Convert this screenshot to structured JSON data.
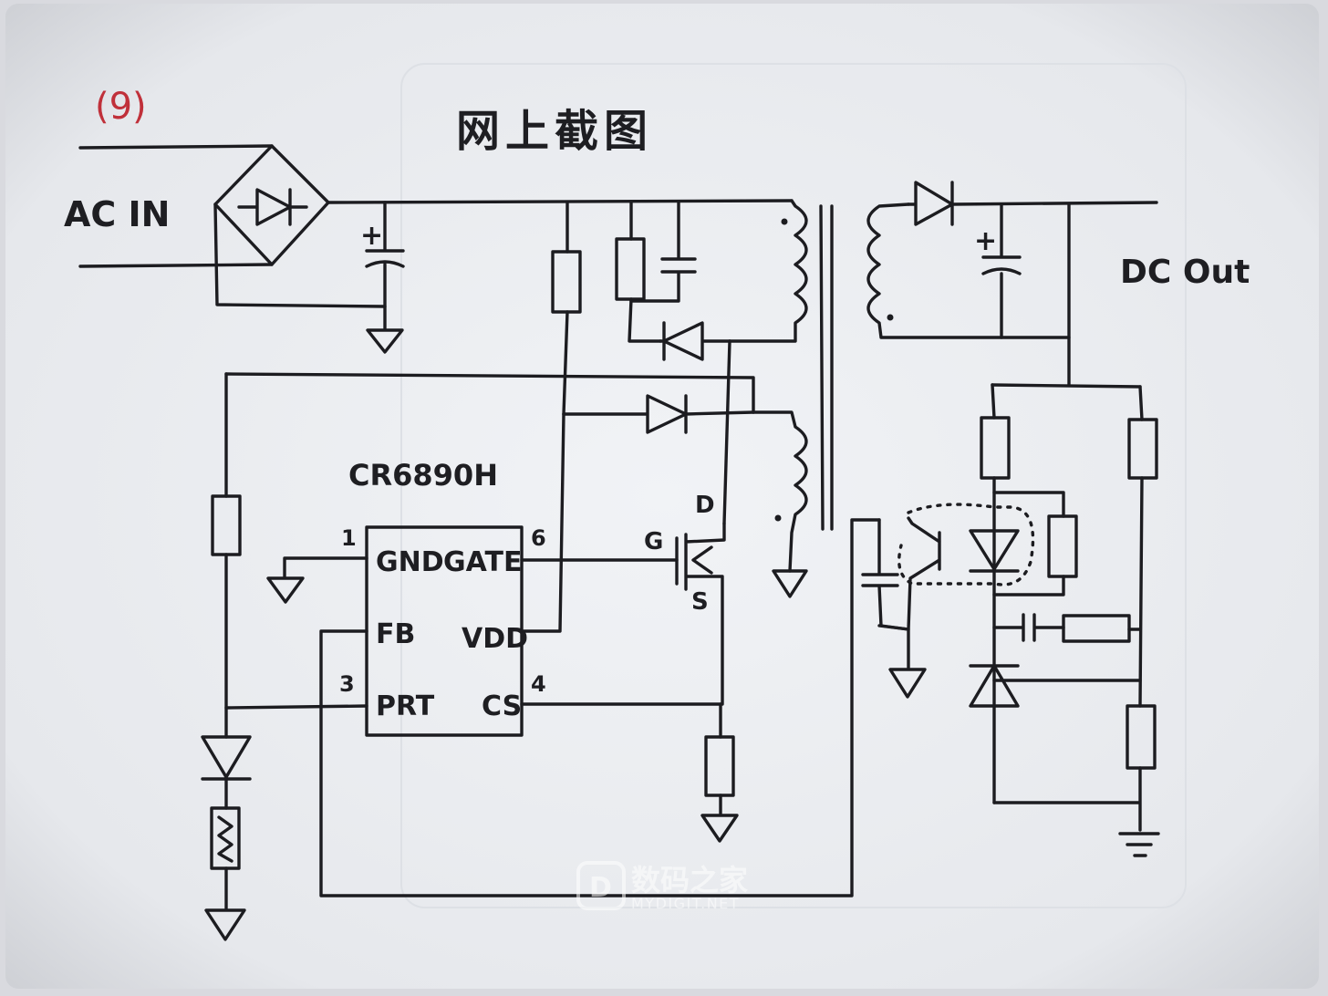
{
  "page_number": "(9)",
  "caption": "网上截图",
  "ac_label": "AC IN",
  "dc_label": "DC Out",
  "ic": {
    "name": "CR6890H",
    "pins": {
      "gnd": "GND",
      "gate": "GATE",
      "fb": "FB",
      "vdd": "VDD",
      "prt": "PRT",
      "cs": "CS"
    },
    "pin_numbers": {
      "gnd": "1",
      "gate": "6",
      "prt": "3",
      "cs": "4"
    }
  },
  "mosfet": {
    "d": "D",
    "g": "G",
    "s": "S"
  },
  "cap_plus": "+",
  "watermark": {
    "cn": "数码之家",
    "en": "MYDIGIT.NET"
  },
  "colors": {
    "paper": "#eef0f3",
    "ink": "#1c1c20",
    "page_number": "#c0303a"
  }
}
